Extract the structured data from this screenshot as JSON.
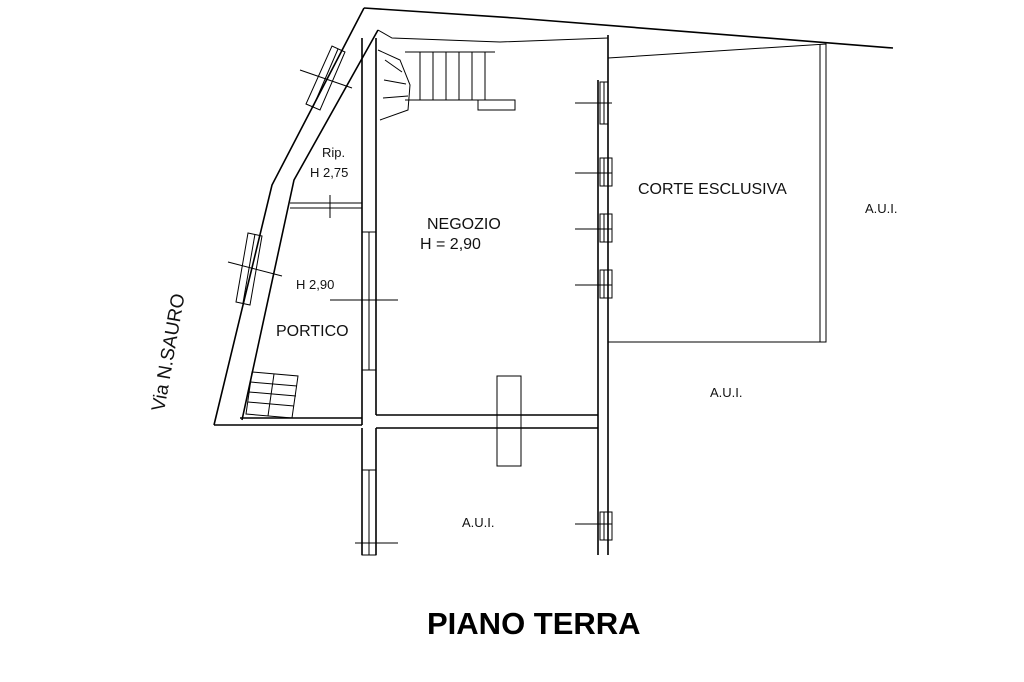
{
  "floor_title": "PIANO TERRA",
  "street": "Via N.SAURO",
  "rooms": {
    "negozio_name": "NEGOZIO",
    "negozio_height": "H = 2,90",
    "ripostiglio_name": "Rip.",
    "ripostiglio_height": "H 2,75",
    "portico_height": "H 2,90",
    "portico_name": "PORTICO",
    "corte_name": "CORTE ESCLUSIVA"
  },
  "other_units": {
    "right_upper": "A.U.I.",
    "right_lower": "A.U.I.",
    "bottom": "A.U.I."
  }
}
